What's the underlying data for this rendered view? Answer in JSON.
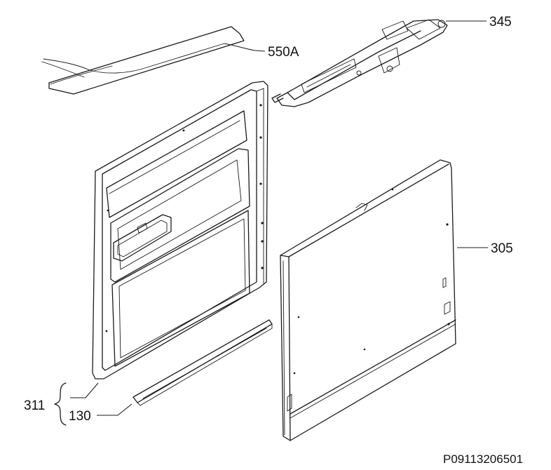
{
  "diagram": {
    "parts": [
      {
        "id": "p345",
        "label": "345"
      },
      {
        "id": "p550a",
        "label": "550A"
      },
      {
        "id": "p305",
        "label": "305"
      },
      {
        "id": "p311",
        "label": "311"
      },
      {
        "id": "p130",
        "label": "130"
      }
    ],
    "reference_code": "P09113206501"
  }
}
